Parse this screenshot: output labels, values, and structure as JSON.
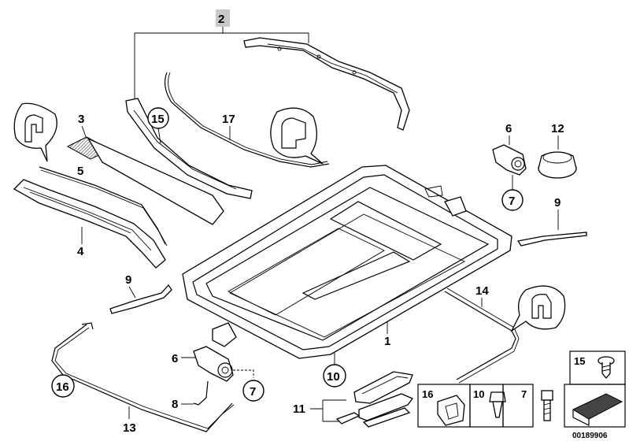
{
  "labels": {
    "l1": "1",
    "l2": "2",
    "l3": "3",
    "l4": "4",
    "l5": "5",
    "l6a": "6",
    "l6b": "6",
    "l7a": "7",
    "l7b": "7",
    "l8": "8",
    "l9a": "9",
    "l9b": "9",
    "l10": "10",
    "l11": "11",
    "l12": "12",
    "l13": "13",
    "l14": "14",
    "l15": "15",
    "l16": "16",
    "l17": "17"
  },
  "legend": {
    "cell15": "15",
    "cell16": "16",
    "cell10": "10",
    "cell7": "7"
  },
  "part_number": "00189906",
  "colors": {
    "label2_bg": "#c8c8c8",
    "line": "#000000",
    "hatch": "#555555"
  }
}
